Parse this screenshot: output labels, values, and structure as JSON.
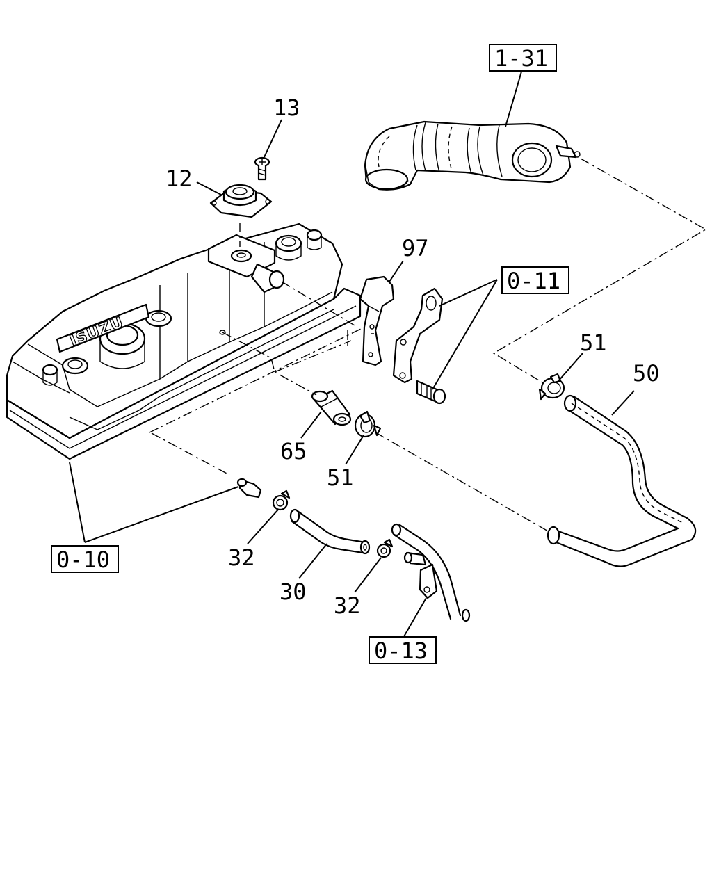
{
  "callouts": {
    "p13": "13",
    "p12": "12",
    "p97": "97",
    "p51a": "51",
    "p50": "50",
    "p65": "65",
    "p51b": "51",
    "p32a": "32",
    "p30": "30",
    "p32b": "32"
  },
  "references": {
    "r131": "1-31",
    "r011": "0-11",
    "r010": "0-10",
    "r013": "0-13"
  },
  "logo_text": "ISUZU"
}
